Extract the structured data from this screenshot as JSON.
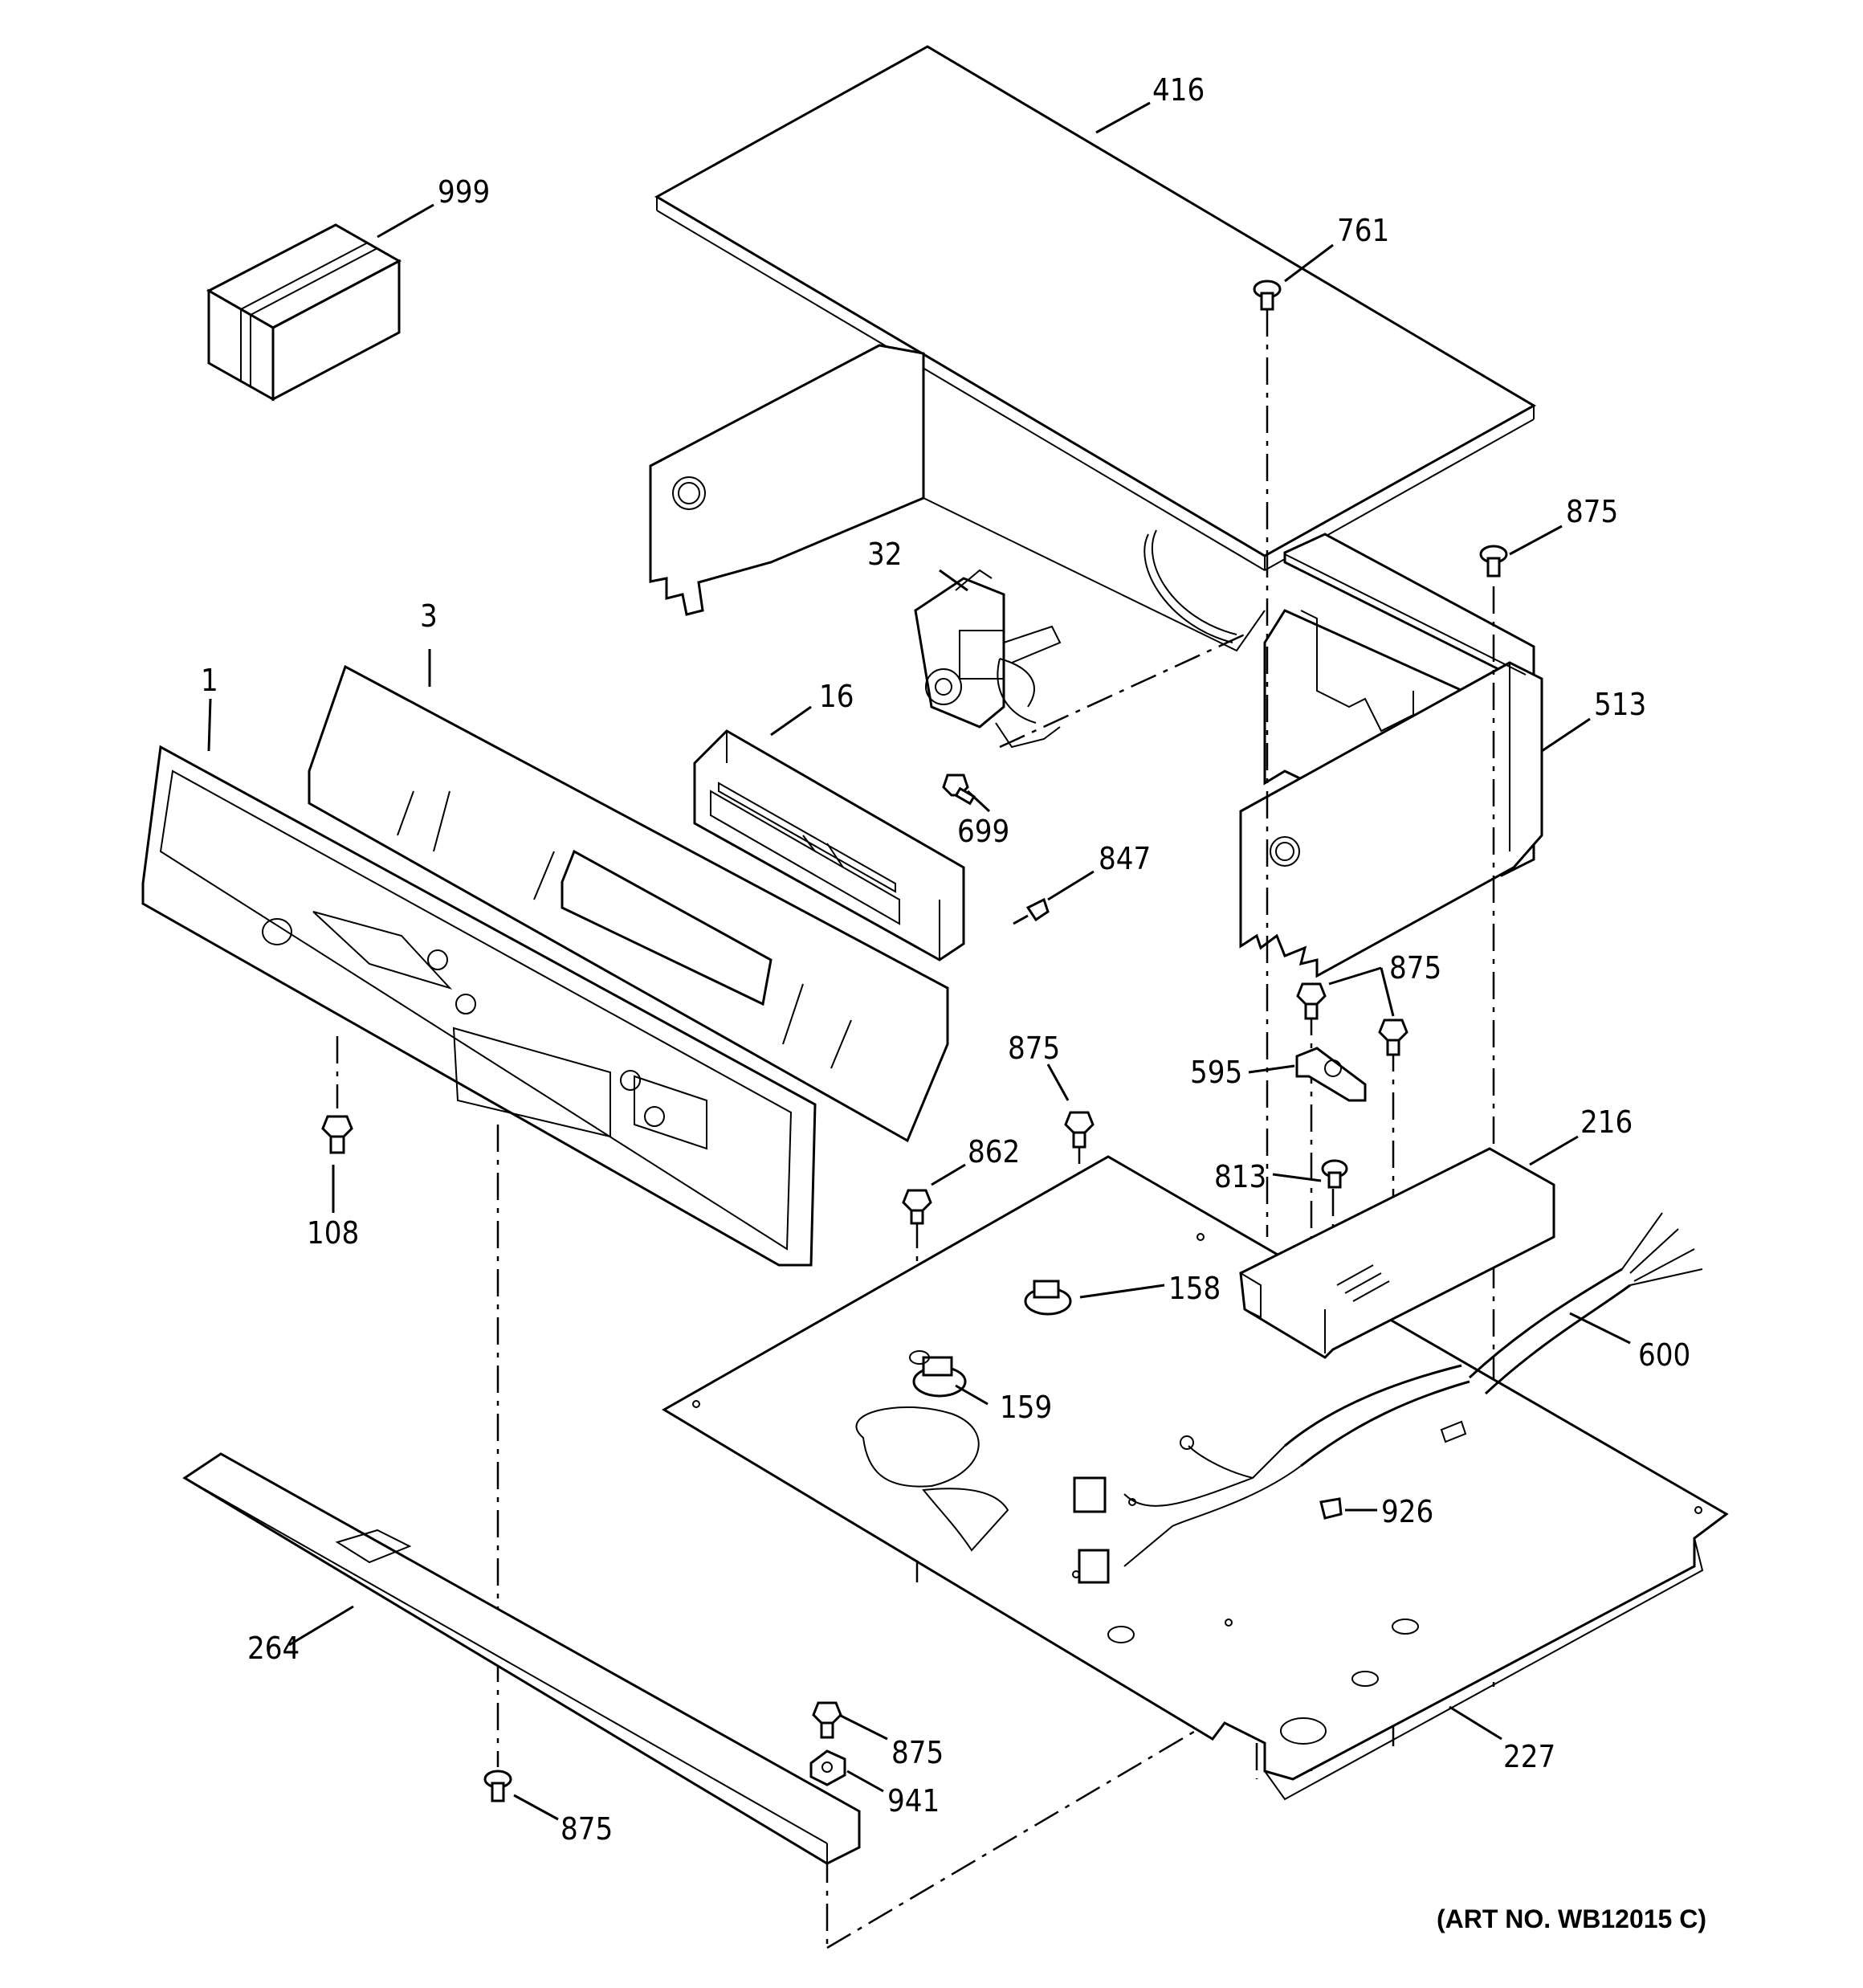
{
  "art_number": "(ART NO. WB12015 C)",
  "callouts": {
    "c416": "416",
    "c999": "999",
    "c761": "761",
    "c875_top": "875",
    "c32": "32",
    "c3": "3",
    "c1": "1",
    "c16": "16",
    "c513": "513",
    "c699": "699",
    "c847": "847",
    "c875_bracket": "875",
    "c595": "595",
    "c875_mid": "875",
    "c216": "216",
    "c862": "862",
    "c813": "813",
    "c108": "108",
    "c158": "158",
    "c600": "600",
    "c159": "159",
    "c926": "926",
    "c264": "264",
    "c875_bottom_right": "875",
    "c941": "941",
    "c227": "227",
    "c875_bottom_left": "875"
  }
}
